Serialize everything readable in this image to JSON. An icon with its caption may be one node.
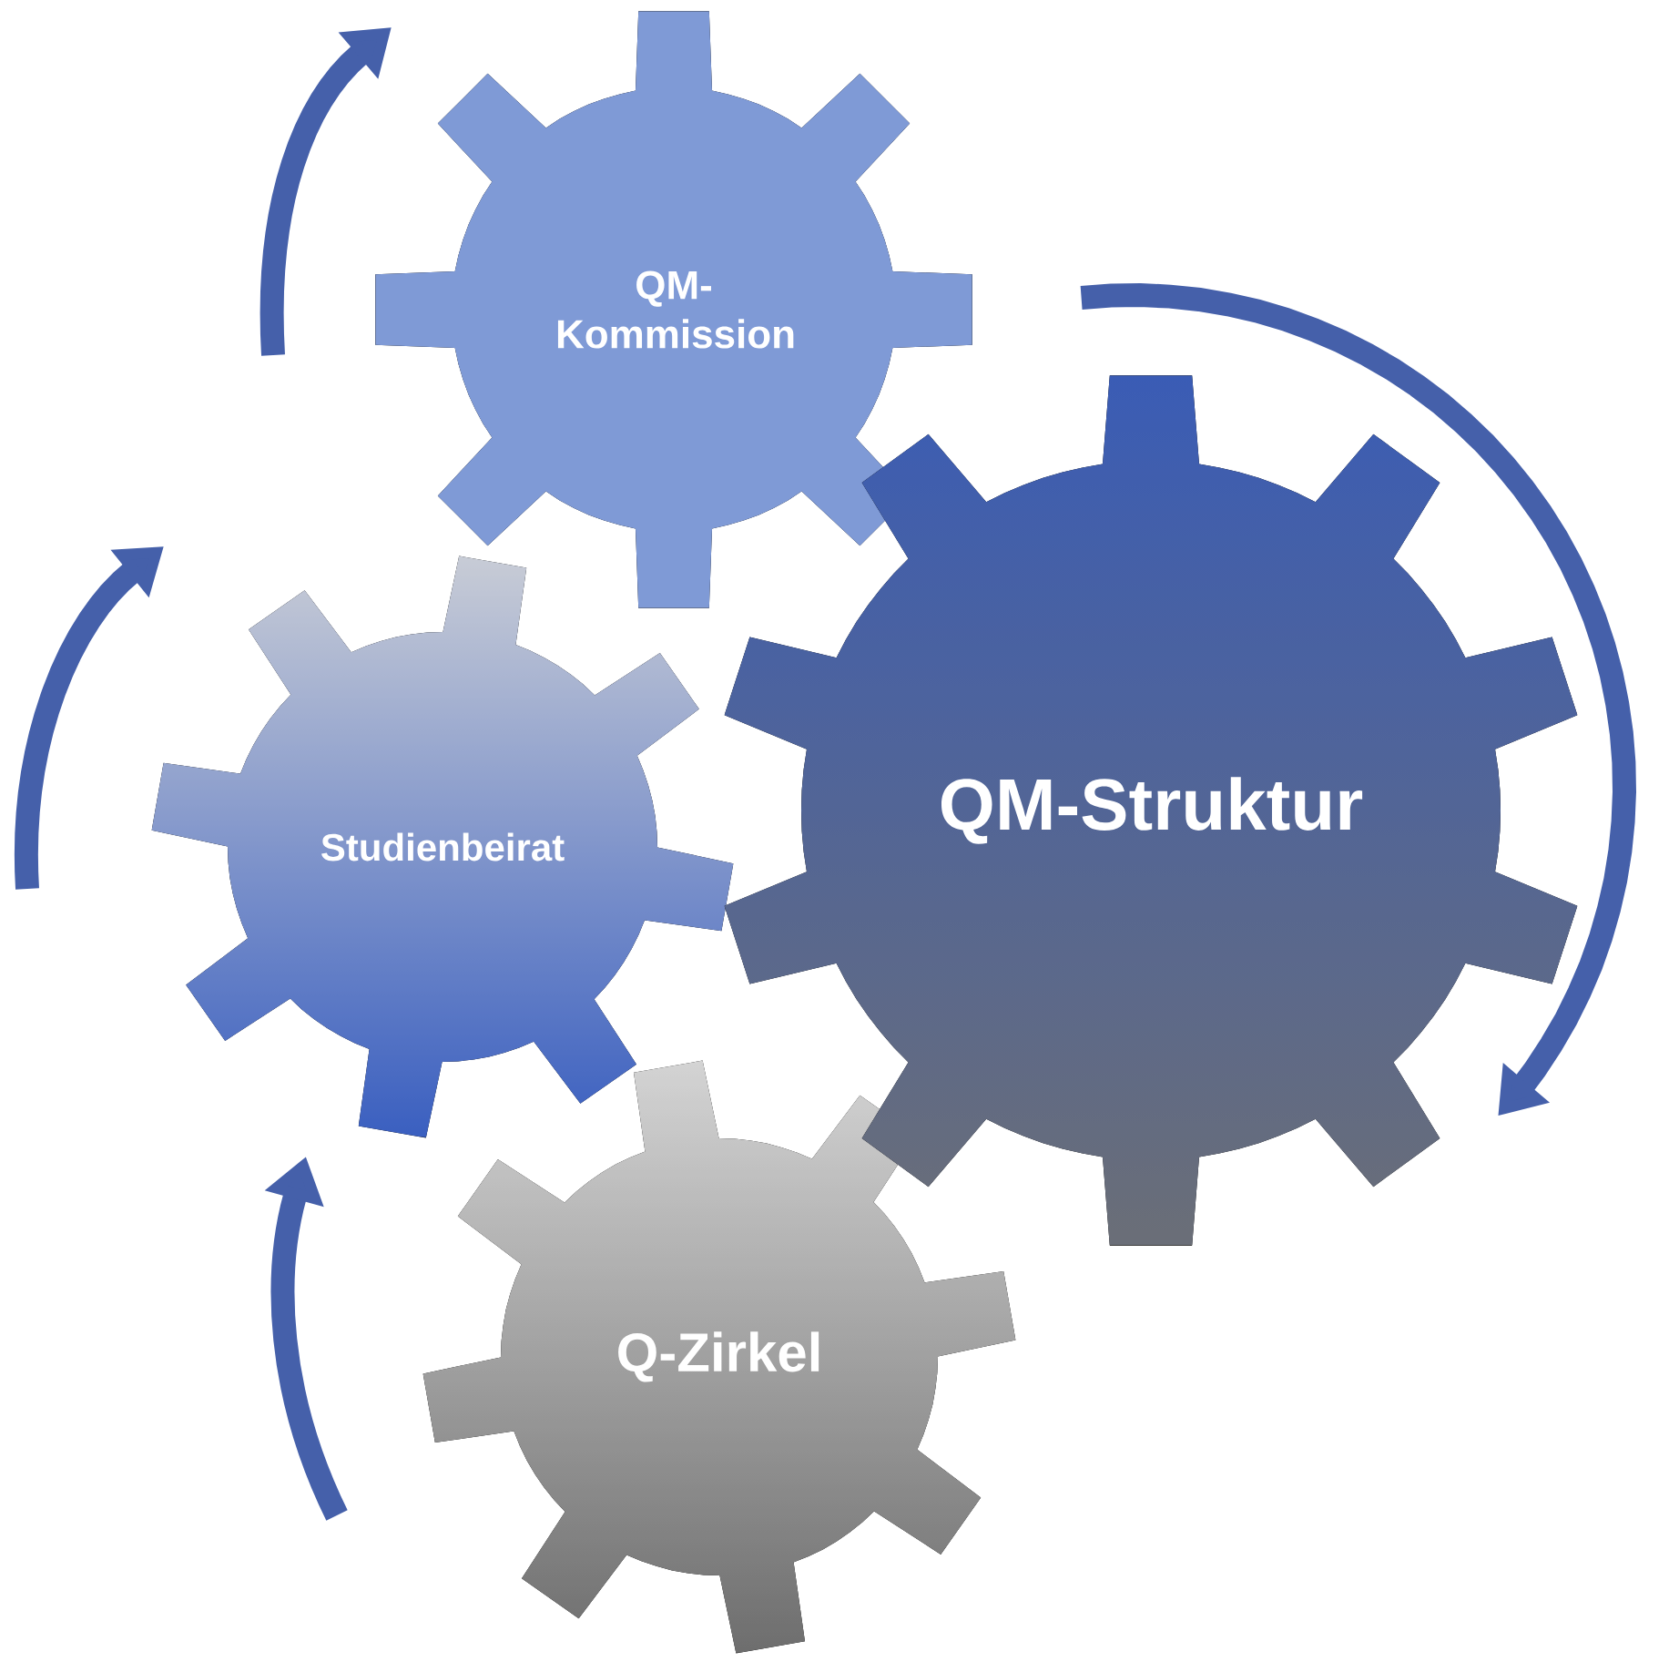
{
  "diagram": {
    "nodes": [
      {
        "text": [
          "QM- Kommission"
        ]
      },
      {
        "text": [
          "QM-Struktur"
        ]
      },
      {
        "text": [
          "Studienbeirat"
        ]
      },
      {
        "text": [
          "Q-Zirkel"
        ]
      }
    ]
  }
}
